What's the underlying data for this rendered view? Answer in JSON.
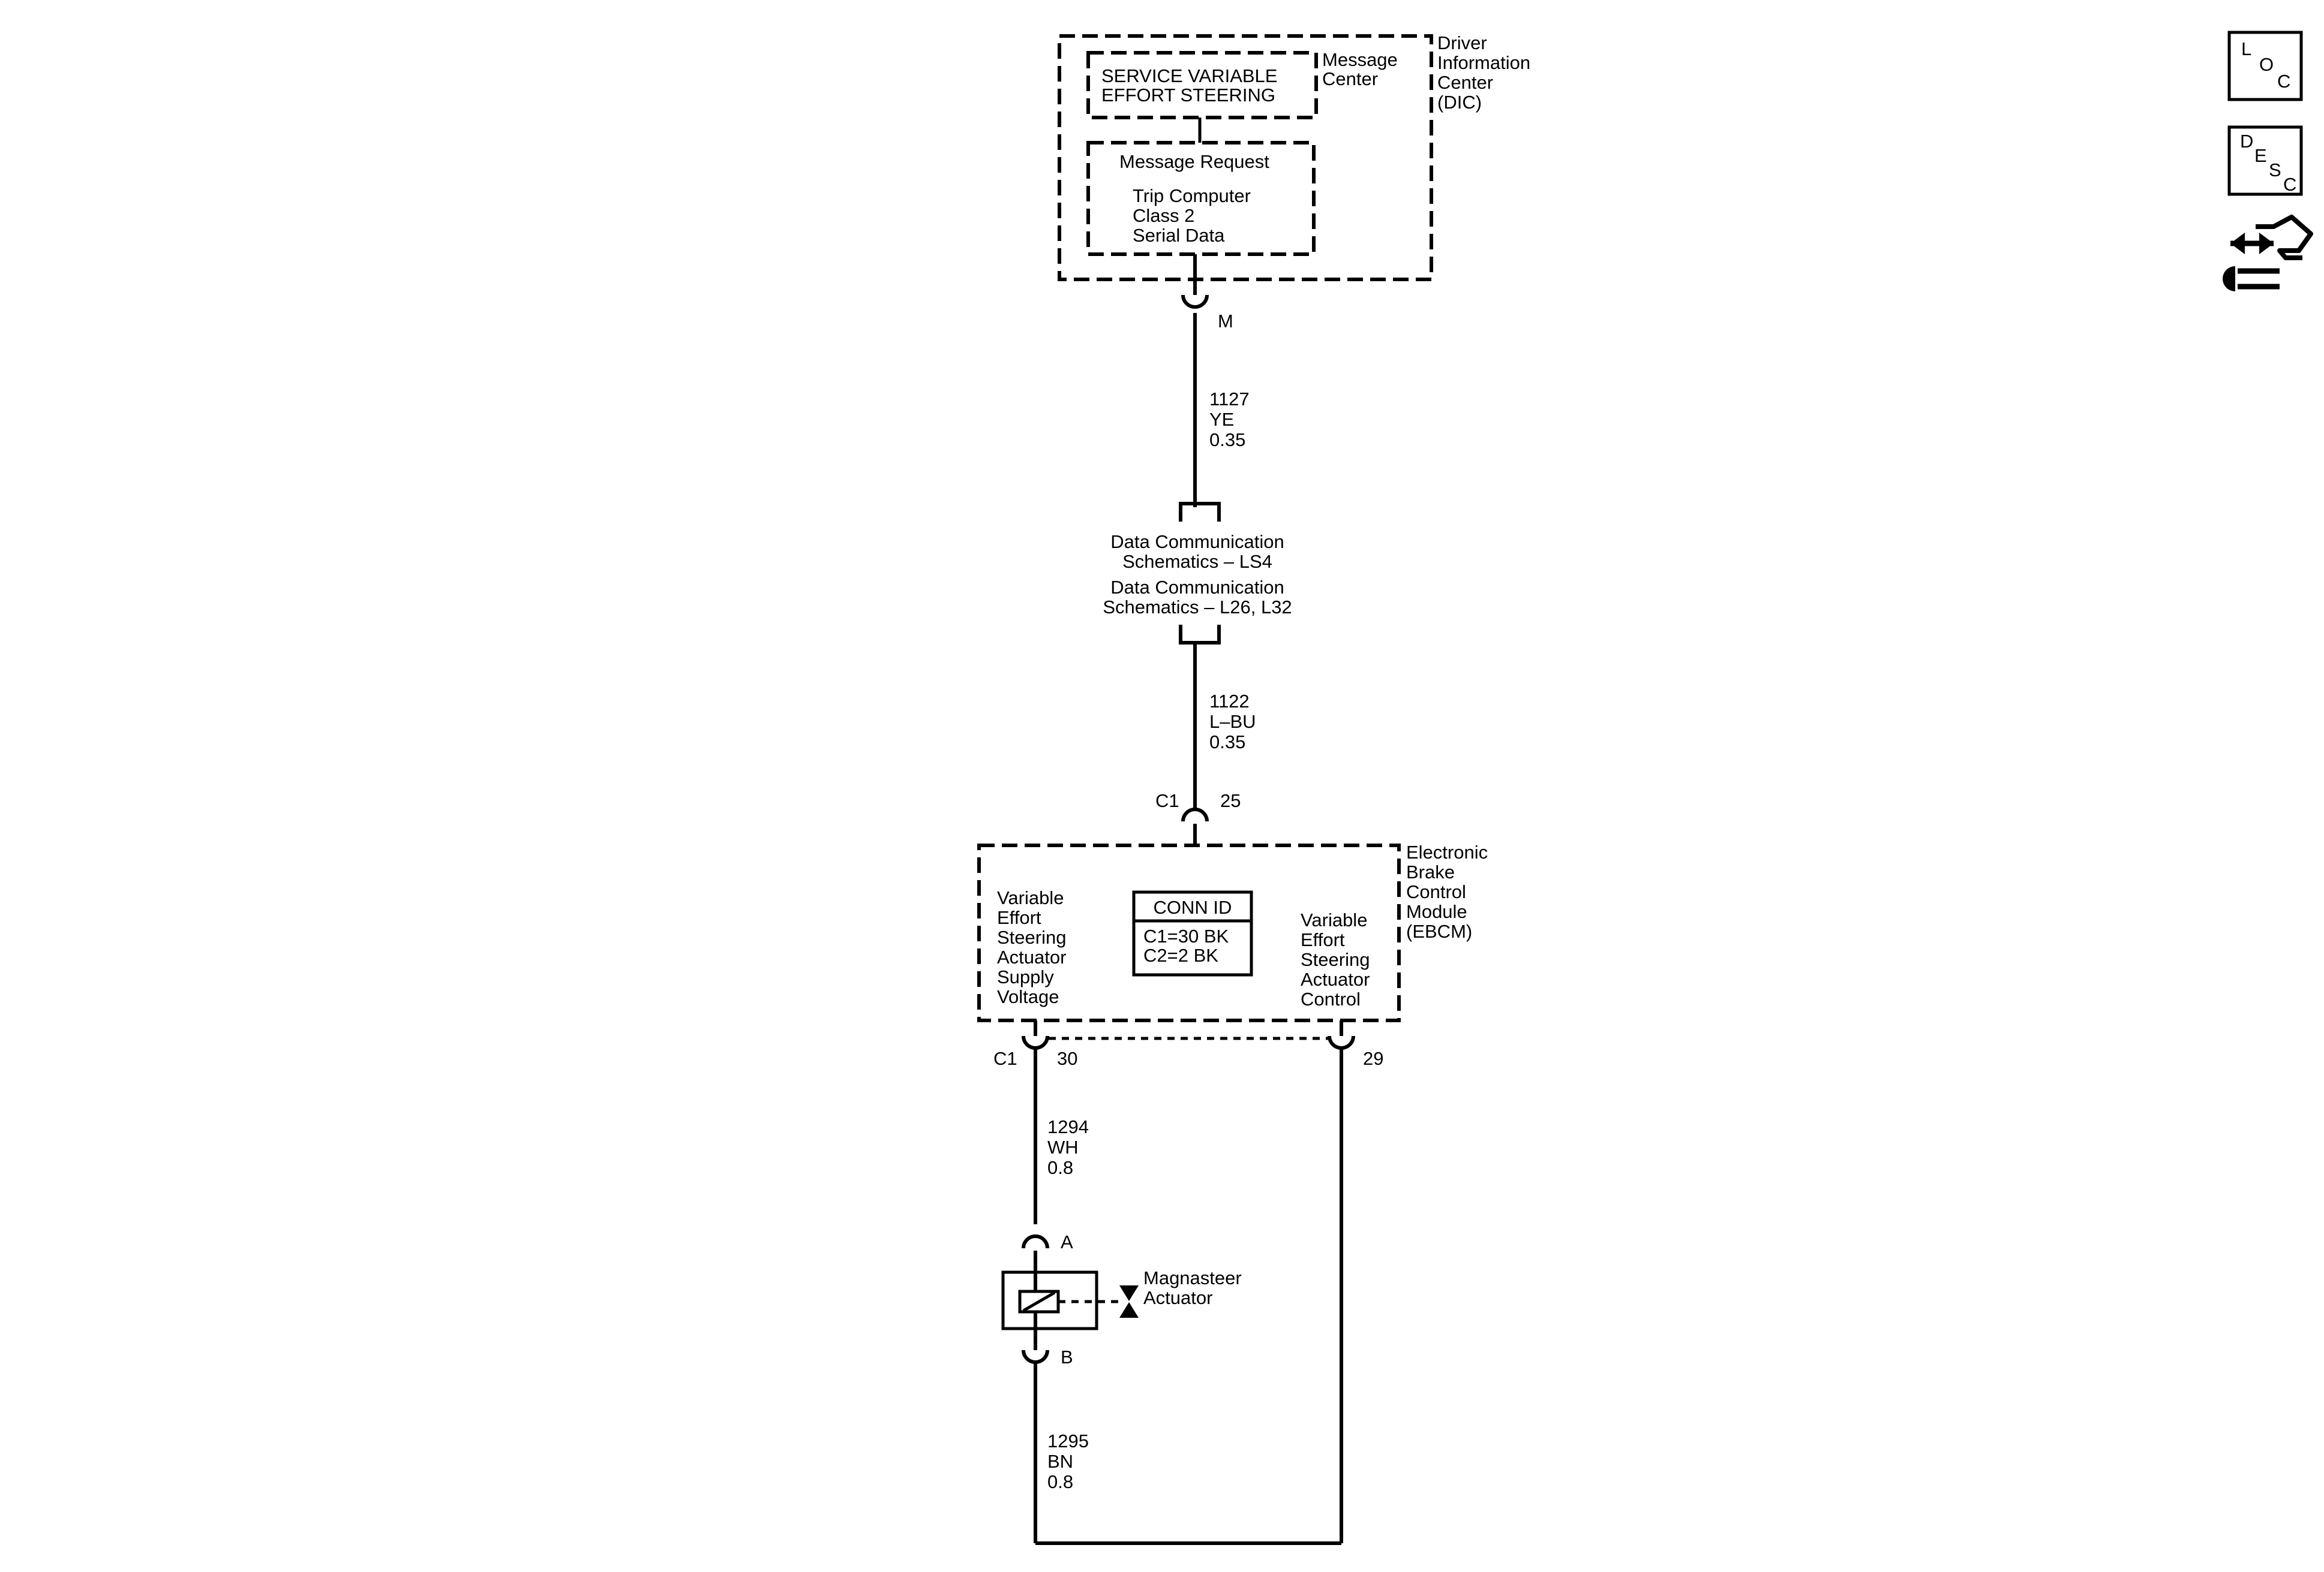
{
  "dic": {
    "label": [
      "Driver",
      "Information",
      "Center",
      "(DIC)"
    ],
    "message_center_label": [
      "Message",
      "Center"
    ],
    "service_message": [
      "SERVICE VARIABLE",
      "EFFORT STEERING"
    ],
    "message_request": "Message Request",
    "request_source": [
      "Trip Computer",
      "Class 2",
      "Serial Data"
    ],
    "connector_pin": "M"
  },
  "wire_1127": {
    "circuit": "1127",
    "color": "YE",
    "gauge": "0.35"
  },
  "data_comm": {
    "ref1": [
      "Data Communication",
      "Schematics – LS4"
    ],
    "ref2": [
      "Data Communication",
      "Schematics – L26, L32"
    ]
  },
  "wire_1122": {
    "circuit": "1122",
    "color": "L–BU",
    "gauge": "0.35"
  },
  "ebcm_top_connector": {
    "connector": "C1",
    "pin": "25"
  },
  "ebcm": {
    "label": [
      "Electronic",
      "Brake",
      "Control",
      "Module",
      "(EBCM)"
    ],
    "conn_id_title": "CONN ID",
    "conn_id_lines": [
      "C1=30 BK",
      "C2=2 BK"
    ],
    "supply_label": [
      "Variable",
      "Effort",
      "Steering",
      "Actuator",
      "Supply",
      "Voltage"
    ],
    "control_label": [
      "Variable",
      "Effort",
      "Steering",
      "Actuator",
      "Control"
    ]
  },
  "ebcm_bottom_connectors": {
    "connector": "C1",
    "pin_supply": "30",
    "pin_control": "29"
  },
  "wire_1294": {
    "circuit": "1294",
    "color": "WH",
    "gauge": "0.8"
  },
  "actuator": {
    "pin_a": "A",
    "pin_b": "B",
    "label": [
      "Magnasteer",
      "Actuator"
    ]
  },
  "wire_1295": {
    "circuit": "1295",
    "color": "BN",
    "gauge": "0.8"
  },
  "nav_icons": {
    "loc": [
      "L",
      "O",
      "C"
    ],
    "desc": [
      "D",
      "E",
      "S",
      "C"
    ],
    "repair_icon": "repair-arrows-icon"
  }
}
